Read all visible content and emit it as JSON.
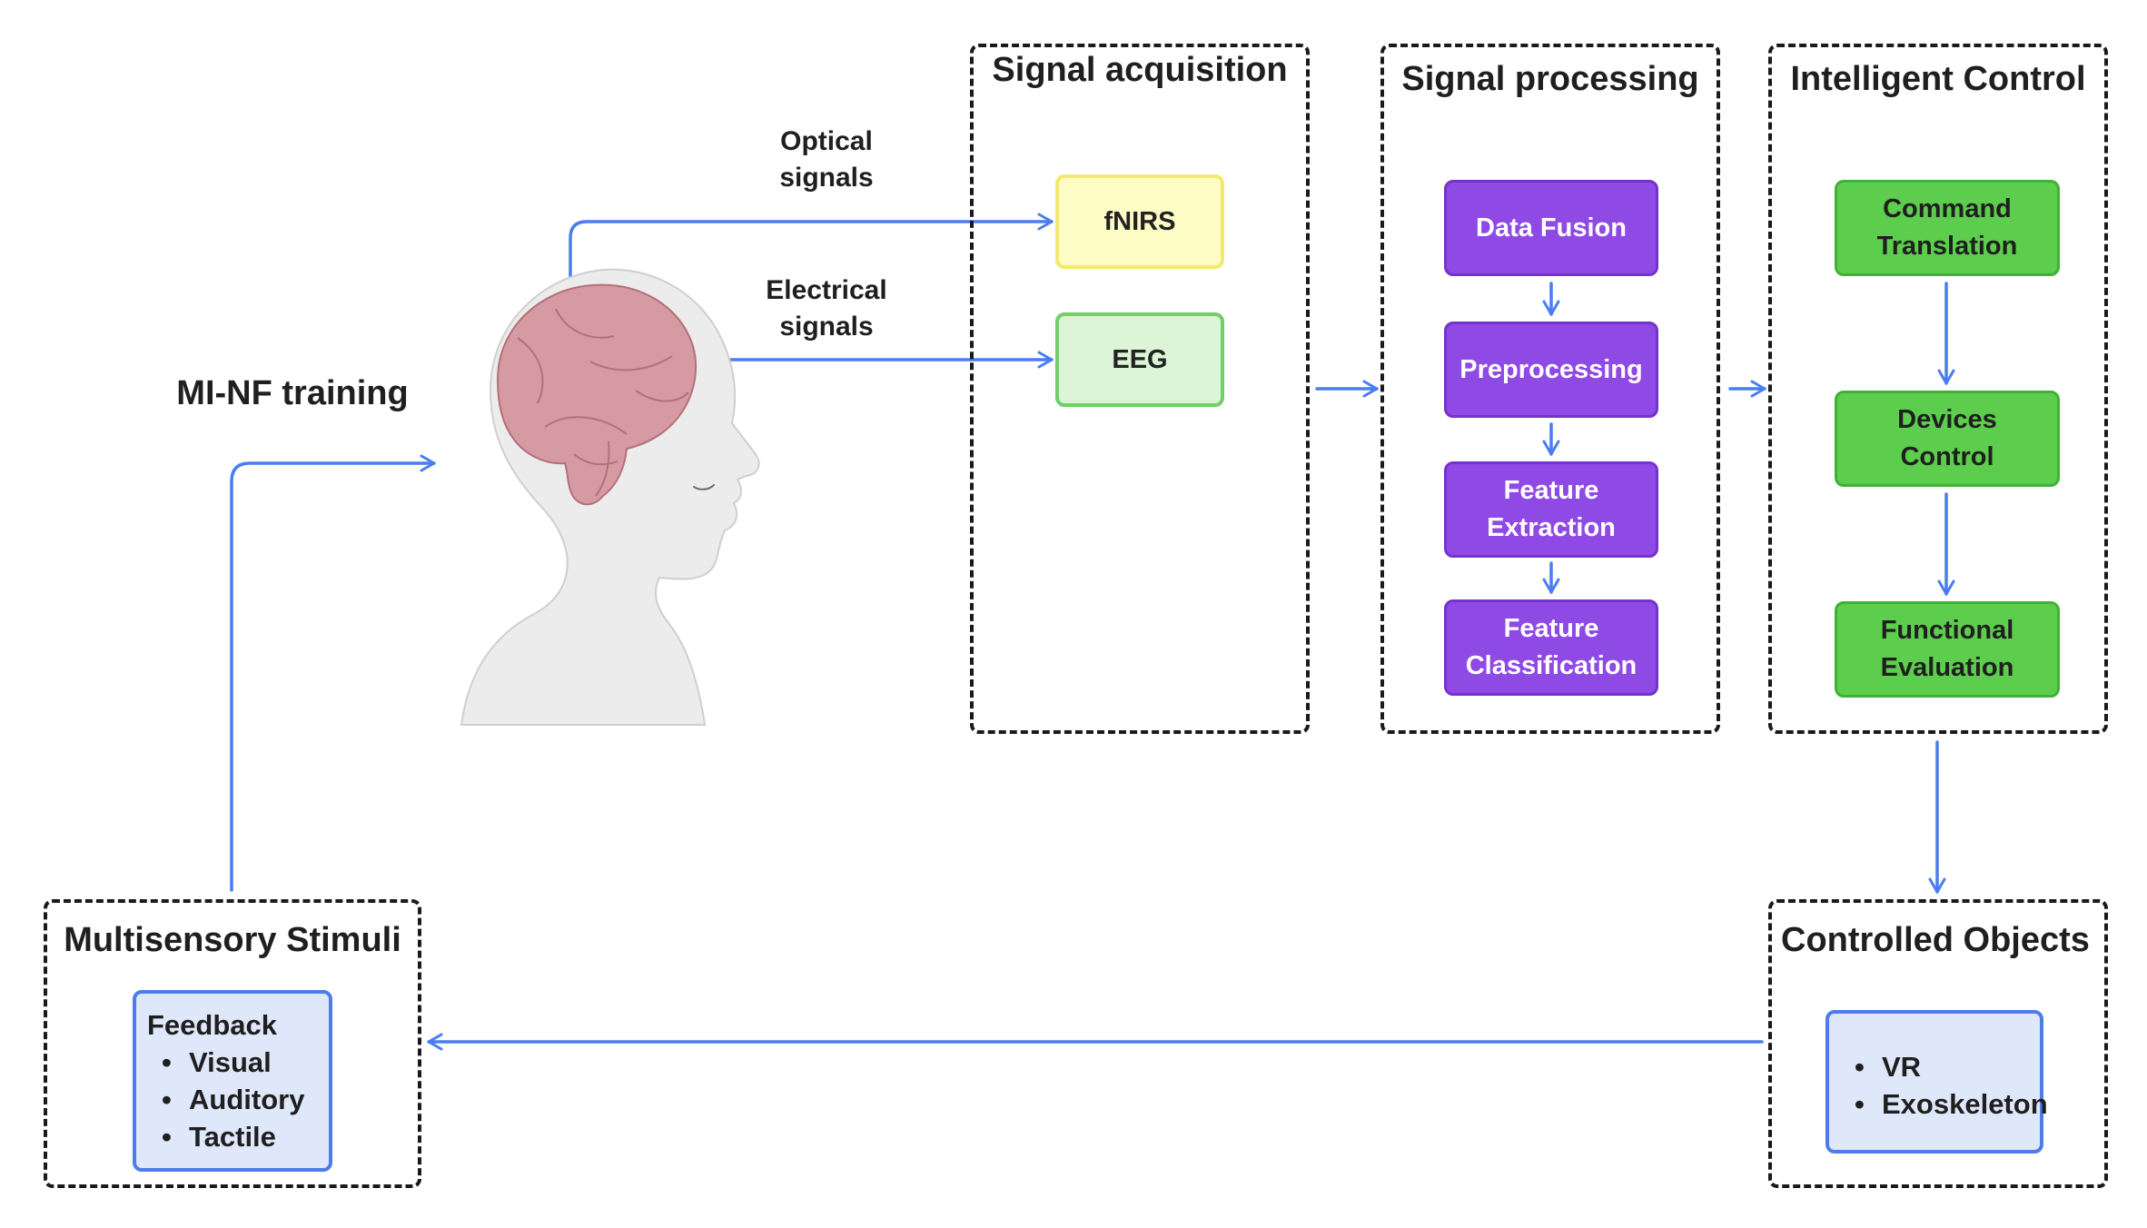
{
  "training": {
    "label": "MI-NF training"
  },
  "signals": {
    "optical": [
      "Optical",
      "signals"
    ],
    "electrical": [
      "Electrical",
      "signals"
    ]
  },
  "acquisition": {
    "title": "Signal acquisition",
    "nodes": [
      "fNIRS",
      "EEG"
    ]
  },
  "processing": {
    "title": "Signal processing",
    "nodes": [
      [
        "Data Fusion"
      ],
      [
        "Preprocessing"
      ],
      [
        "Feature",
        "Extraction"
      ],
      [
        "Feature",
        "Classification"
      ]
    ]
  },
  "control": {
    "title": "Intelligent Control",
    "nodes": [
      [
        "Command",
        "Translation"
      ],
      [
        "Devices",
        "Control"
      ],
      [
        "Functional",
        "Evaluation"
      ]
    ]
  },
  "objects": {
    "title": "Controlled Objects",
    "items": [
      "VR",
      "Exoskeleton"
    ]
  },
  "stimuli": {
    "title": "Multisensory Stimuli",
    "heading": "Feedback",
    "items": [
      "Visual",
      "Auditory",
      "Tactile"
    ]
  },
  "colors": {
    "arrow": "#4a7df0",
    "processing": "#8f4ae6",
    "control": "#5ccd4c",
    "fnirs": "#fdfcc4",
    "eeg": "#dbf5d6",
    "list_fill": "#dfe8fb"
  }
}
